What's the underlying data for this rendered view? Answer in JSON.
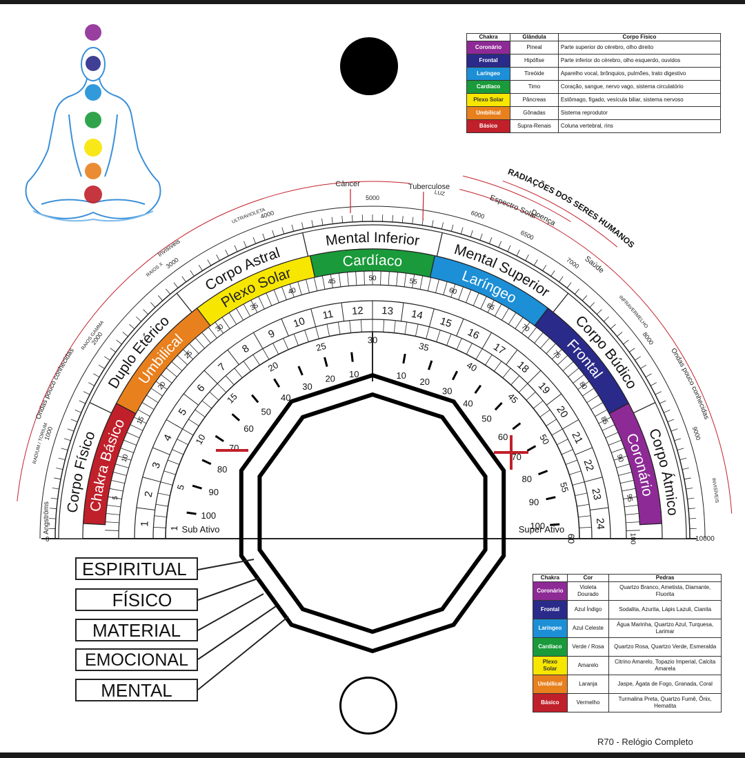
{
  "colors": {
    "basico": "#c0202a",
    "umbilical": "#e8801e",
    "plexo": "#f7e600",
    "cardiaco": "#1a9a3a",
    "laringeo": "#1c8fd6",
    "frontal": "#2a2a8a",
    "coronario": "#8e2a96"
  },
  "table_top": {
    "headers": [
      "Chakra",
      "Glândula",
      "Corpo Físico"
    ],
    "rows": [
      {
        "chakra": "Coronário",
        "color": "#8e2a96",
        "glandula": "Pineal",
        "corpo": "Parte superior do cérebro, olho direito"
      },
      {
        "chakra": "Frontal",
        "color": "#2a2a8a",
        "glandula": "Hipófise",
        "corpo": "Parte inferior do cérebro, olho esquerdo, ouvidos"
      },
      {
        "chakra": "Laríngeo",
        "color": "#1c8fd6",
        "glandula": "Tireóide",
        "corpo": "Aparelho vocal, brônquios, pulmões, trato digestivo"
      },
      {
        "chakra": "Cardíaco",
        "color": "#1a9a3a",
        "glandula": "Timo",
        "corpo": "Coração, sangue, nervo vago, sistema circulatório"
      },
      {
        "chakra": "Plexo Solar",
        "color": "#f7e600",
        "glandula": "Pâncreas",
        "corpo": "Estômago, fígado, vesícula biliar, sistema nervoso"
      },
      {
        "chakra": "Umbilical",
        "color": "#e8801e",
        "glandula": "Gônadas",
        "corpo": "Sistema reprodutor"
      },
      {
        "chakra": "Básico",
        "color": "#c0202a",
        "glandula": "Supra-Renais",
        "corpo": "Coluna vertebral, rins"
      }
    ]
  },
  "table_bottom": {
    "headers": [
      "Chakra",
      "Cor",
      "Pedras"
    ],
    "rows": [
      {
        "chakra": "Coronário",
        "color": "#8e2a96",
        "cor": "Violeta Dourado",
        "pedras": "Quartzo Branco, Ametista, Diamante, Fluorita"
      },
      {
        "chakra": "Frontal",
        "color": "#2a2a8a",
        "cor": "Azul Índigo",
        "pedras": "Sodalita, Azurita, Lápis Lazuli, Cianita"
      },
      {
        "chakra": "Laríngeo",
        "color": "#1c8fd6",
        "cor": "Azul Celeste",
        "pedras": "Água Marinha, Quartzo Azul, Turquesa, Larimar"
      },
      {
        "chakra": "Cardíaco",
        "color": "#1a9a3a",
        "cor": "Verde / Rosa",
        "pedras": "Quartzo Rosa, Quartzo Verde, Esmeralda"
      },
      {
        "chakra": "Plexo Solar",
        "color": "#f7e600",
        "cor": "Amarelo",
        "pedras": "Citrino Amarelo, Topazio Imperial, Calcita Amarela"
      },
      {
        "chakra": "Umbilical",
        "color": "#e8801e",
        "cor": "Laranja",
        "pedras": "Jaspe, Ágata de Fogo, Granada, Coral"
      },
      {
        "chakra": "Básico",
        "color": "#c0202a",
        "cor": "Vermelho",
        "pedras": "Turmalina Preta, Quartzo Fumê, Ônix, Hematita"
      }
    ]
  },
  "levels": [
    "ESPIRITUAL",
    "FÍSICO",
    "MATERIAL",
    "EMOCIONAL",
    "MENTAL"
  ],
  "footer": "R70 - Relógio Completo",
  "radiation_title": "RADIAÇÕES DOS SERES HUMANOS",
  "arc": {
    "bodies": [
      "Corpo Físico",
      "Duplo Etérico",
      "Corpo Astral",
      "Mental Inferior",
      "Mental Superior",
      "Corpo Búdico",
      "Corpo Átmico"
    ],
    "chakras": [
      "Chakra Básico",
      "Umbilical",
      "Plexo Solar",
      "Cardíaco",
      "Laríngeo",
      "Frontal",
      "Coronário"
    ],
    "sub_ativo": "Sub Ativo",
    "super_ativo": "Super Ativo",
    "outer_labels": {
      "ondas_left": "Ondas pouco conhecidas",
      "ondas_right": "Ondas pouco conhecidas",
      "radium": "RADIUM / TORIUM",
      "gama": "RAIOS GAMMA",
      "raios_x": "RAIOS X",
      "invisiveis_left": "Invisíveis",
      "invisiveis_right": "INVISÍVEIS",
      "ultravioleta": "ULTRAVIOLETA",
      "infravermelho": "INFRAVERMELHO",
      "angstroms": "Angströms",
      "luz": "LUZ",
      "espectro": "Espectro Solar",
      "doenca": "Doença",
      "saude": "Saúde",
      "cancer": "Câncer",
      "tuberculose": "Tuberculose",
      "zero": "0",
      "ten_thousand": "10000"
    },
    "angstrom_ticks": [
      {
        "value": "1000",
        "at": 1000
      },
      {
        "value": "2000",
        "at": 2000
      },
      {
        "value": "3000",
        "at": 3000
      },
      {
        "value": "4000",
        "at": 4000
      },
      {
        "value": "5000",
        "at": 5000
      },
      {
        "value": "6000",
        "at": 6000
      },
      {
        "value": "6500",
        "at": 6500
      },
      {
        "value": "7000",
        "at": 7000
      },
      {
        "value": "8000",
        "at": 8000
      },
      {
        "value": "9000",
        "at": 9000
      }
    ],
    "pct_labels": [
      {
        "value": "5",
        "at": 5
      },
      {
        "value": "10",
        "at": 10
      },
      {
        "value": "15",
        "at": 15
      },
      {
        "value": "20",
        "at": 20
      },
      {
        "value": "25",
        "at": 25
      },
      {
        "value": "30",
        "at": 30
      },
      {
        "value": "35",
        "at": 35
      },
      {
        "value": "40",
        "at": 40
      },
      {
        "value": "45",
        "at": 45
      },
      {
        "value": "50",
        "at": 50
      },
      {
        "value": "55",
        "at": 55
      },
      {
        "value": "60",
        "at": 60
      },
      {
        "value": "65",
        "at": 65
      },
      {
        "value": "70",
        "at": 70
      },
      {
        "value": "75",
        "at": 75
      },
      {
        "value": "80",
        "at": 80
      },
      {
        "value": "85",
        "at": 85
      },
      {
        "value": "90",
        "at": 90
      },
      {
        "value": "95",
        "at": 95
      },
      {
        "value": "100",
        "at": 100
      }
    ],
    "number_ring": [
      "1",
      "2",
      "3",
      "4",
      "5",
      "6",
      "7",
      "8",
      "9",
      "10",
      "11",
      "12",
      "13",
      "14",
      "15",
      "16",
      "17",
      "18",
      "19",
      "20",
      "21",
      "22",
      "23",
      "24"
    ],
    "scale60_labels": [
      {
        "value": "1",
        "at": 1
      },
      {
        "value": "5",
        "at": 5
      },
      {
        "value": "10",
        "at": 10
      },
      {
        "value": "15",
        "at": 15
      },
      {
        "value": "20",
        "at": 20
      },
      {
        "value": "25",
        "at": 25
      },
      {
        "value": "30",
        "at": 30
      },
      {
        "value": "35",
        "at": 35
      },
      {
        "value": "40",
        "at": 40
      },
      {
        "value": "45",
        "at": 45
      },
      {
        "value": "50",
        "at": 50
      },
      {
        "value": "55",
        "at": 55
      },
      {
        "value": "60",
        "at": 60
      }
    ],
    "inner_left": [
      "100",
      "90",
      "80",
      "70",
      "60",
      "50",
      "40",
      "30",
      "20",
      "10"
    ],
    "inner_right": [
      "10",
      "20",
      "30",
      "40",
      "50",
      "60",
      "70",
      "80",
      "90",
      "100"
    ]
  }
}
